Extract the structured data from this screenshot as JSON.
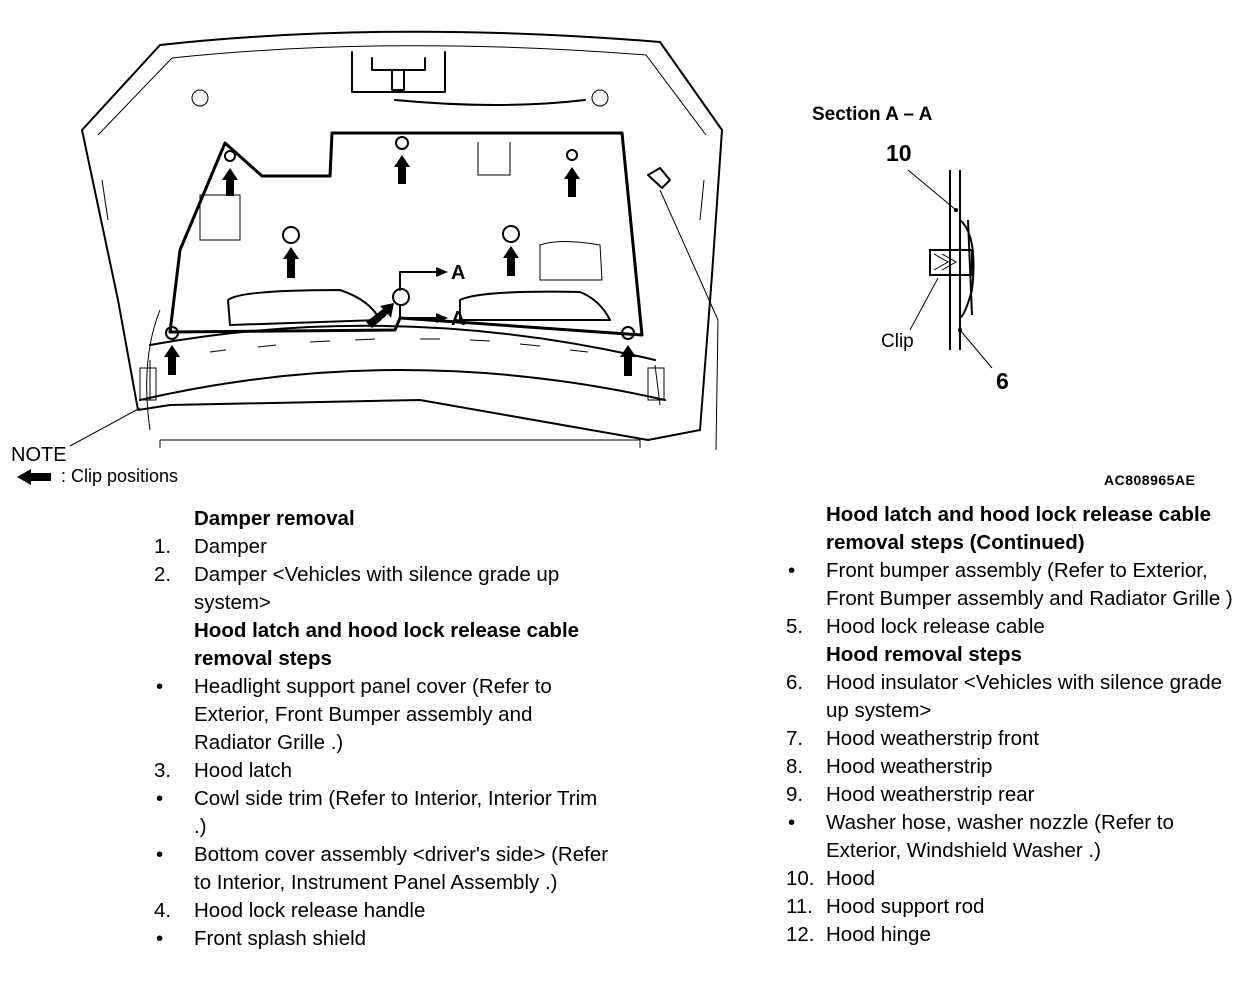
{
  "figure": {
    "section_title": "Section A – A",
    "callout_10": "10",
    "callout_6": "6",
    "clip_label": "Clip",
    "section_marker": "A",
    "note_title": "NOTE",
    "note_legend": ": Clip positions",
    "figure_code": "AC808965AE"
  },
  "left_list": [
    {
      "type": "heading",
      "marker": "",
      "text": "Damper removal"
    },
    {
      "type": "step",
      "marker": "1.",
      "text": "Damper"
    },
    {
      "type": "step",
      "marker": "2.",
      "text": "Damper <Vehicles with silence grade up system>"
    },
    {
      "type": "heading",
      "marker": "",
      "text": "Hood latch and hood lock release cable removal steps"
    },
    {
      "type": "bullet",
      "marker": "•",
      "text": "Headlight support panel cover (Refer to Exterior, Front Bumper assembly and Radiator Grille .)"
    },
    {
      "type": "step",
      "marker": "3.",
      "text": "Hood latch"
    },
    {
      "type": "bullet",
      "marker": "•",
      "text": "Cowl side trim (Refer to Interior, Interior Trim .)"
    },
    {
      "type": "bullet",
      "marker": "•",
      "text": "Bottom cover assembly <driver's side> (Refer to Interior, Instrument Panel Assembly .)"
    },
    {
      "type": "step",
      "marker": "4.",
      "text": "Hood lock release handle"
    },
    {
      "type": "bullet",
      "marker": "•",
      "text": "Front splash shield"
    }
  ],
  "right_list": [
    {
      "type": "heading",
      "marker": "",
      "text": "Hood latch and hood lock release cable removal steps (Continued)"
    },
    {
      "type": "bullet",
      "marker": "•",
      "text": "Front bumper assembly (Refer to Exterior, Front Bumper assembly and Radiator Grille )"
    },
    {
      "type": "step",
      "marker": "5.",
      "text": "Hood lock release cable"
    },
    {
      "type": "heading",
      "marker": "",
      "text": "Hood removal steps"
    },
    {
      "type": "step",
      "marker": "6.",
      "text": "Hood insulator <Vehicles with silence grade up system>"
    },
    {
      "type": "step",
      "marker": "7.",
      "text": "Hood weatherstrip front"
    },
    {
      "type": "step",
      "marker": "8.",
      "text": "Hood weatherstrip"
    },
    {
      "type": "step",
      "marker": "9.",
      "text": "Hood weatherstrip rear"
    },
    {
      "type": "bullet",
      "marker": "•",
      "text": "Washer hose, washer nozzle (Refer to Exterior, Windshield Washer .)"
    },
    {
      "type": "step",
      "marker": "10.",
      "text": "Hood"
    },
    {
      "type": "step",
      "marker": "11.",
      "text": "Hood support rod"
    },
    {
      "type": "step",
      "marker": "12.",
      "text": "Hood hinge"
    }
  ]
}
